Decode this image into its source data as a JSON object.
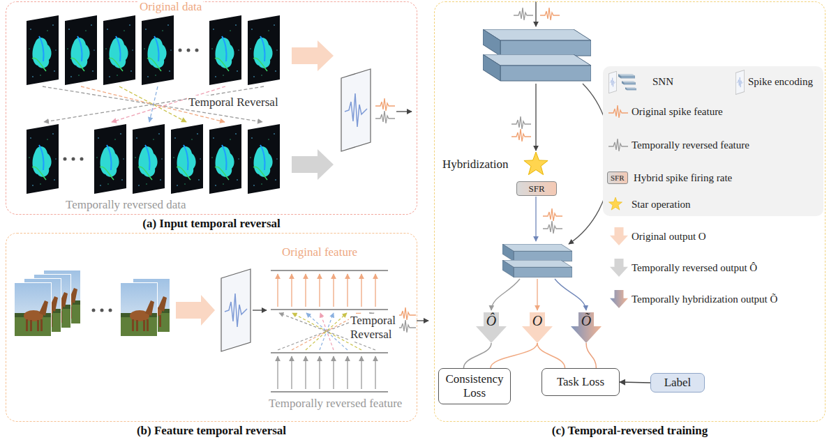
{
  "diagram": {
    "nodes": [
      {
        "text": [
          "(a) Input temporal reversal"
        ]
      },
      {
        "text": [
          "(b) Feature temporal reversal"
        ]
      },
      {
        "text": [
          "(c) Temporal-reversed training"
        ]
      },
      {
        "text": [
          "SFR"
        ],
        "in": 2
      },
      {
        "text": [
          "Ô"
        ],
        "in": 2
      },
      {
        "text": [
          "O"
        ],
        "in": 2
      },
      {
        "text": [
          "Õ"
        ],
        "in": 2
      },
      {
        "text": [
          "Consistency Loss"
        ],
        "in": 2
      },
      {
        "text": [
          "Task Loss"
        ],
        "in": 2
      },
      {
        "text": [
          "Label"
        ],
        "in": 2
      }
    ],
    "edges": [
      {
        "from": 4,
        "to": 7,
        "arrow": "none"
      },
      {
        "from": 5,
        "to": 7,
        "arrow": "none"
      },
      {
        "from": 5,
        "to": 8,
        "arrow": "none"
      },
      {
        "from": 6,
        "to": 8,
        "arrow": "none"
      },
      {
        "from": 9,
        "to": 8,
        "arrow": "to"
      }
    ],
    "labels": [
      "Original data",
      "Temporal Reversal",
      "Temporally reversed data",
      "Original feature",
      "Temporal Reversal",
      "Temporally reversed feature",
      "Hybridization",
      "SFR"
    ],
    "legend": [
      {
        "text": "SNN"
      },
      {
        "text": "Spike encoding"
      },
      {
        "text": "Original spike feature"
      },
      {
        "text": "Temporally reversed feature"
      },
      {
        "text": "Hybrid spike firing rate"
      },
      {
        "text": "Star operation"
      },
      {
        "text": "Original output O"
      },
      {
        "text": "Temporally reversed output Ô"
      },
      {
        "text": "Temporally hybridization output Õ"
      }
    ]
  }
}
